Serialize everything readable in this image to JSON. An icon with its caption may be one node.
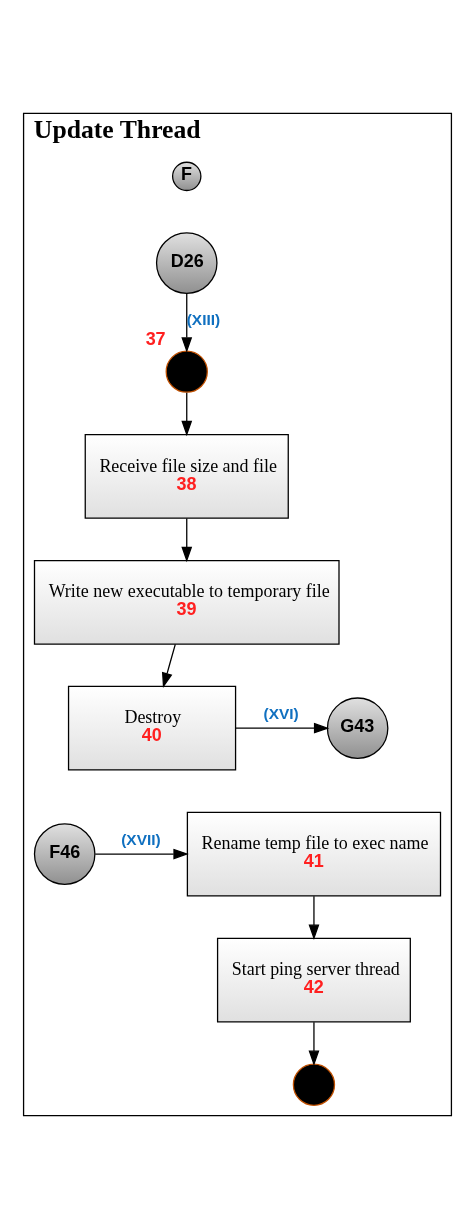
{
  "diagram": {
    "nodes": [
      {
        "text": [
          "Update Thread"
        ]
      },
      {
        "text": [
          "F"
        ],
        "in": 0
      },
      {
        "text": [
          "D26"
        ],
        "in": 0
      },
      {
        "text": [],
        "shape": "circle",
        "beside": [
          "37"
        ],
        "in": 0
      },
      {
        "text": [
          "Receive file size and file",
          "38"
        ],
        "in": 0
      },
      {
        "text": [
          "Write new executable to temporary file",
          "39"
        ],
        "in": 0
      },
      {
        "text": [
          "Destroy",
          "40"
        ],
        "in": 0
      },
      {
        "text": [
          "G43"
        ],
        "in": 0
      },
      {
        "text": [
          "F46"
        ],
        "in": 0
      },
      {
        "text": [
          "Rename temp file to exec name",
          "41"
        ],
        "in": 0
      },
      {
        "text": [
          "Start ping server thread",
          "42"
        ],
        "in": 0
      },
      {
        "text": [],
        "shape": "circle",
        "in": 0
      }
    ],
    "edges": [
      {
        "from": 2,
        "to": 3,
        "arrow": "to",
        "label": "(XIII)"
      },
      {
        "from": 3,
        "to": 4,
        "arrow": "to"
      },
      {
        "from": 4,
        "to": 5,
        "arrow": "to"
      },
      {
        "from": 5,
        "to": 6,
        "arrow": "to"
      },
      {
        "from": 6,
        "to": 7,
        "arrow": "to",
        "label": "(XVI)"
      },
      {
        "from": 8,
        "to": 9,
        "arrow": "to",
        "label": "(XVII)"
      },
      {
        "from": 9,
        "to": 10,
        "arrow": "to"
      },
      {
        "from": 10,
        "to": 11,
        "arrow": "to"
      }
    ]
  }
}
